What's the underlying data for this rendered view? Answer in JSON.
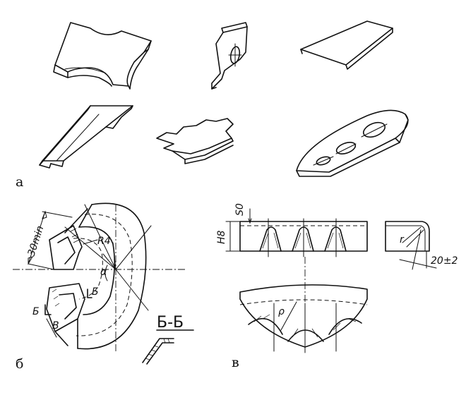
{
  "panel_labels": {
    "a": "а",
    "b": "б",
    "v": "в"
  },
  "panel_b": {
    "dim_30min": "30min",
    "radius_r4": "R4",
    "angle_alpha": "α",
    "section_mark_1": "Б",
    "section_mark_2": "Б",
    "dim_b": "B",
    "section_title": "Б-Б"
  },
  "panel_v": {
    "dim_s0": "S0",
    "dim_h8": "H8",
    "radius_r": "r",
    "angle_20": "20±2",
    "radius_rho": "ρ"
  }
}
